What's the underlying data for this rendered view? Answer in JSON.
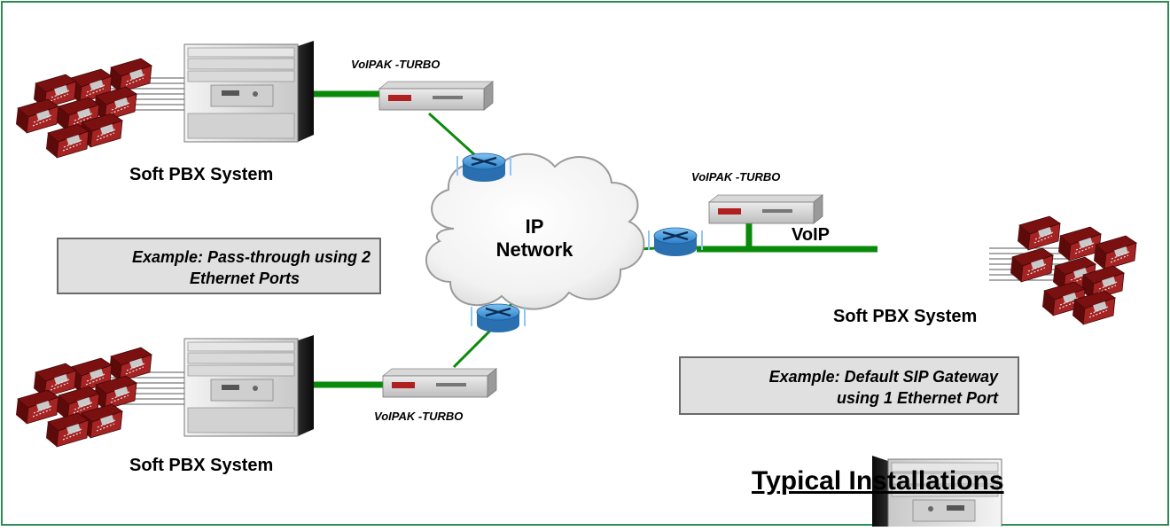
{
  "diagram": {
    "frame_color": "#2f8a55",
    "link_color": "#0a8a0a",
    "phone_color": "#8b1a1a",
    "router_color": "#3a8fd8",
    "nodes": [
      {
        "id": "pbx-top-left",
        "label": "Soft PBX System",
        "icon": "pbx-server-icon"
      },
      {
        "id": "pbx-bottom-left",
        "label": "Soft PBX System",
        "icon": "pbx-server-icon"
      },
      {
        "id": "pbx-right",
        "label": "Soft PBX System",
        "icon": "pbx-server-icon"
      },
      {
        "id": "voipak-top",
        "label": "VoIPAK -TURBO",
        "icon": "gateway-device-icon"
      },
      {
        "id": "voipak-right",
        "label": "VoIPAK -TURBO",
        "icon": "gateway-device-icon"
      },
      {
        "id": "voipak-bottom",
        "label": "VoIPAK -TURBO",
        "icon": "gateway-device-icon"
      },
      {
        "id": "ip-network",
        "label_line1": "IP",
        "label_line2": "Network",
        "icon": "cloud-icon"
      }
    ],
    "link_label": "VoIP",
    "notes": [
      {
        "id": "note-left",
        "line1": "Example:  Pass-through using 2",
        "line2": "Ethernet Ports"
      },
      {
        "id": "note-right",
        "line1": "Example:  Default SIP Gateway",
        "line2": "using 1 Ethernet Port"
      }
    ],
    "title": "Typical Installations"
  }
}
